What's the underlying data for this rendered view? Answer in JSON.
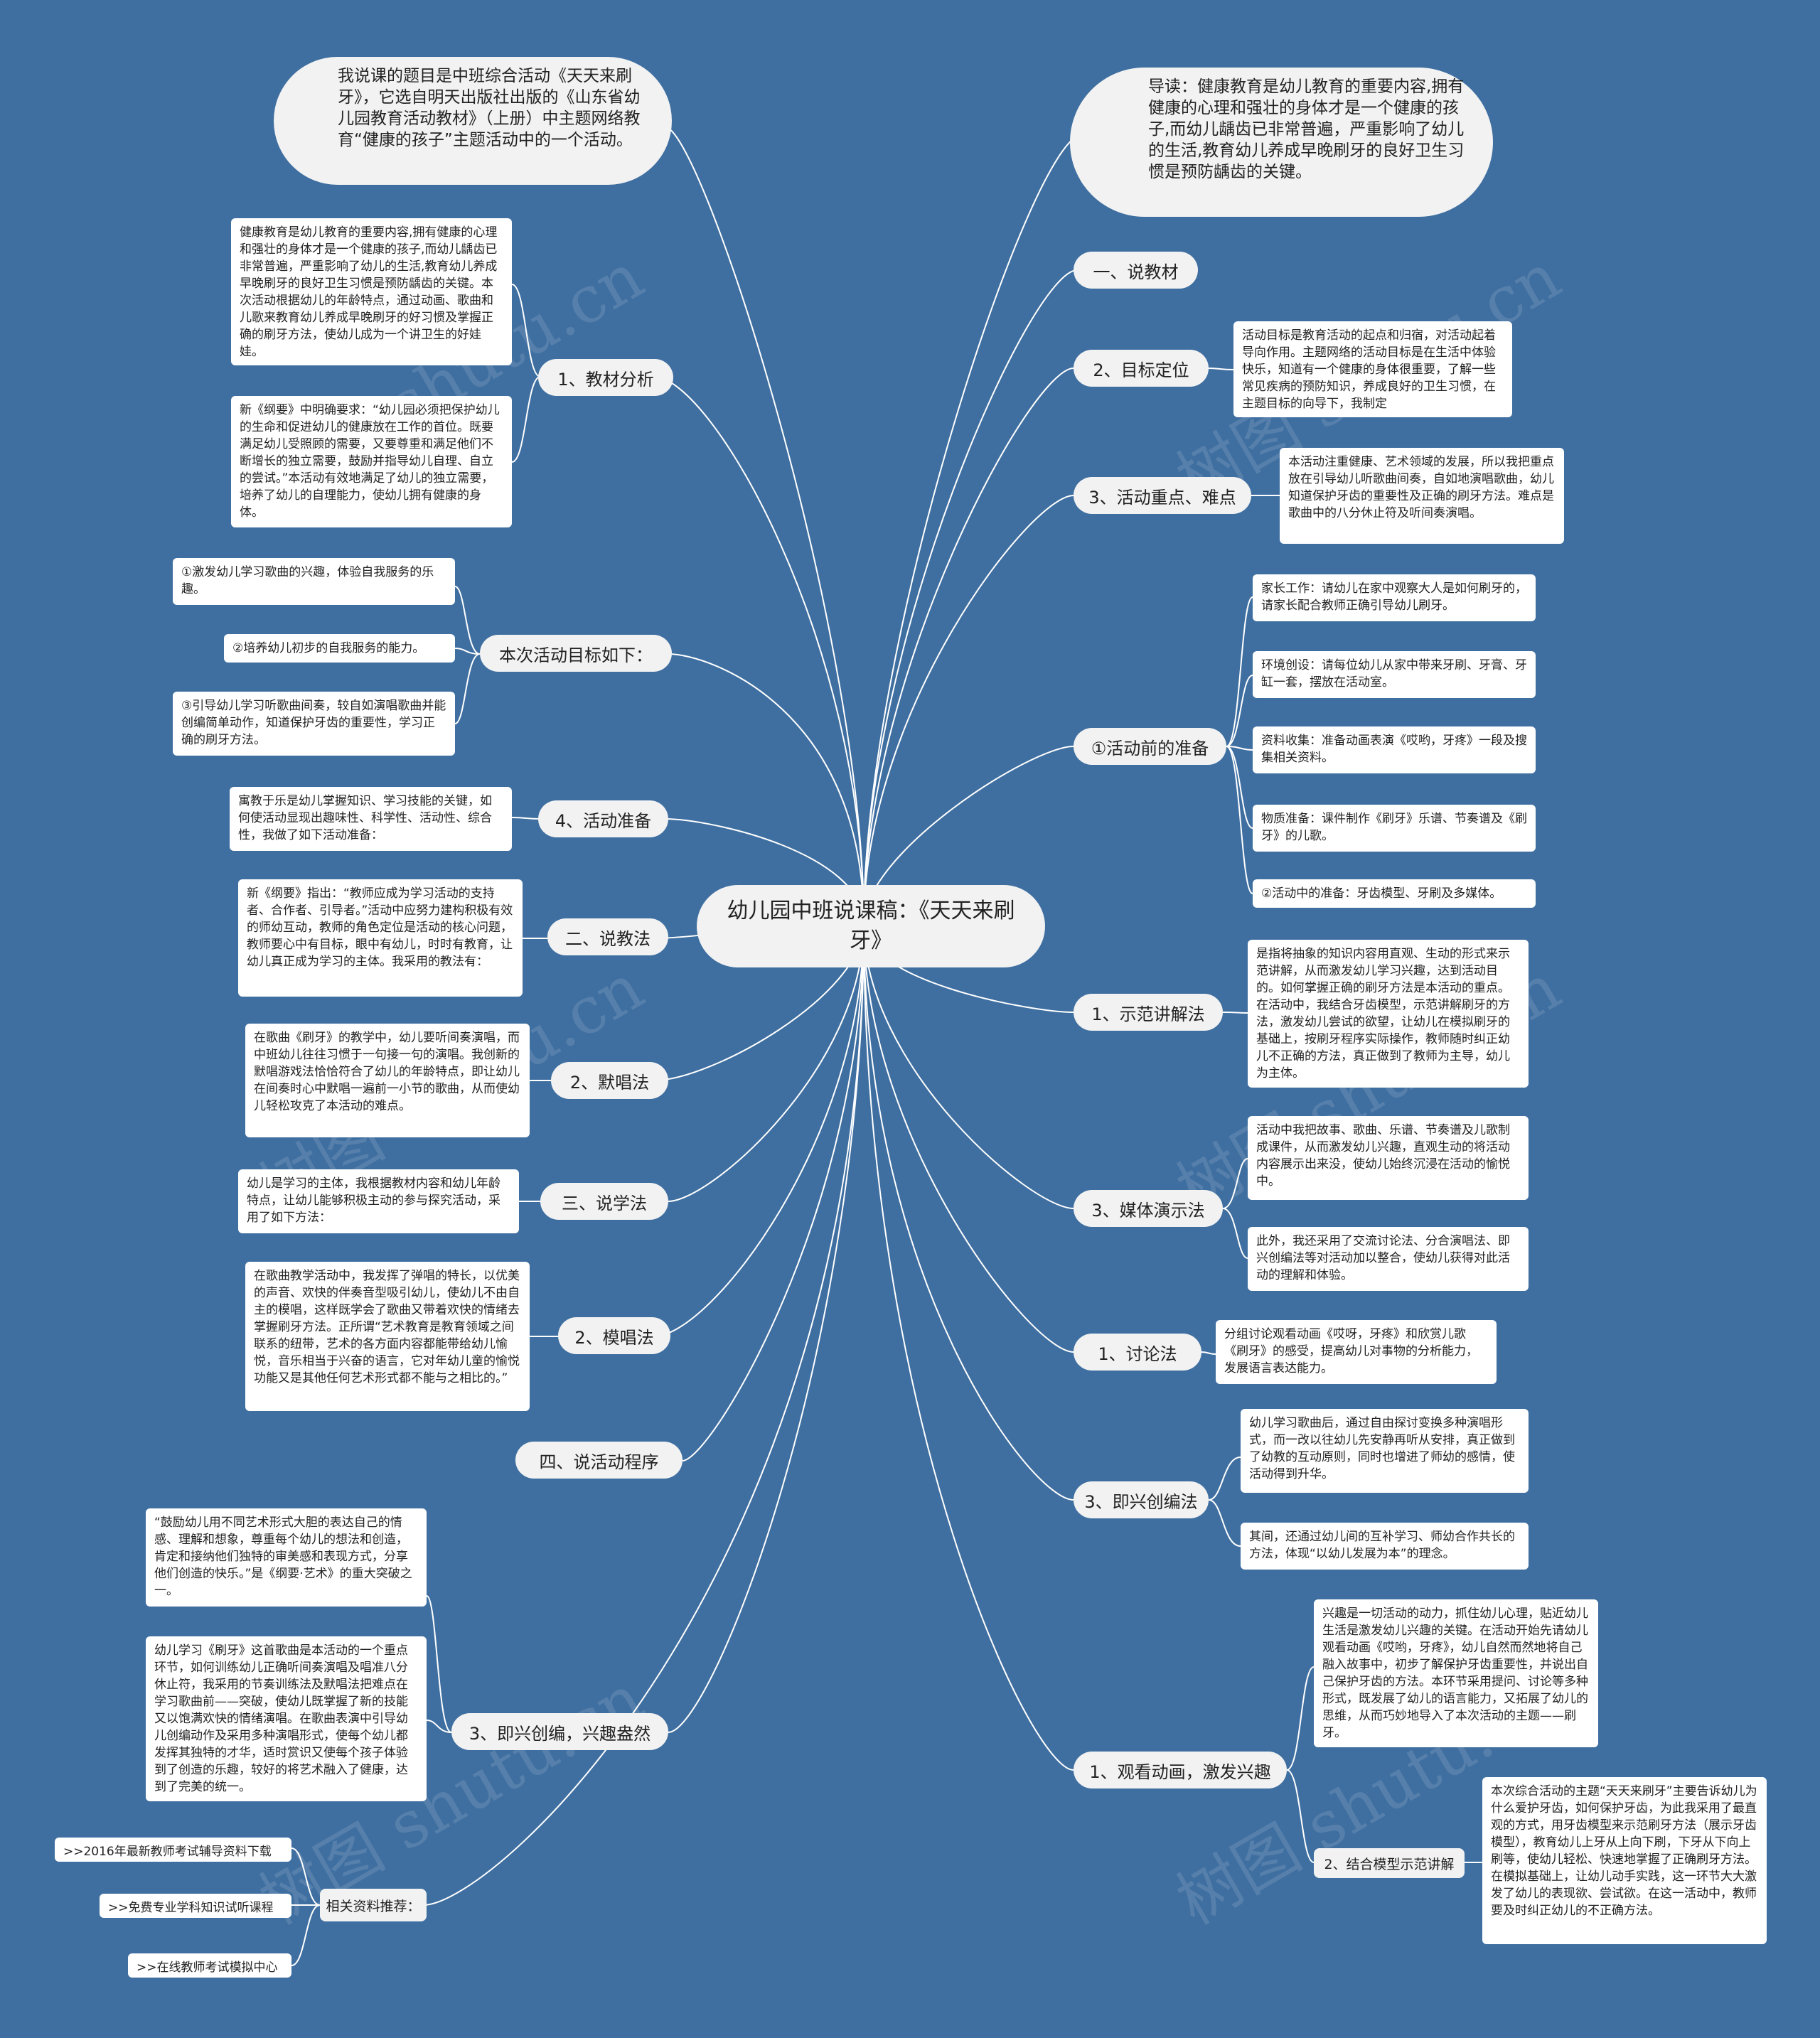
{
  "center": "幼儿园中班说课稿：《天天来刷牙》",
  "watermark": "树图 shutu.cn",
  "intro_left": "我说课的题目是中班综合活动《天天来刷牙》，它选自明天出版社出版的《山东省幼儿园教育活动教材》（上册）中主题网络教育“健康的孩子”主题活动中的一个活动。",
  "intro_right": "导读：健康教育是幼儿教育的重要内容,拥有健康的心理和强壮的身体才是一个健康的孩子,而幼儿龋齿已非常普遍，严重影响了幼儿的生活,教育幼儿养成早晚刷牙的良好卫生习惯是预防龋齿的关键。",
  "left": {
    "jiaocai_label": "1、教材分析",
    "jiaocai_box1": "健康教育是幼儿教育的重要内容,拥有健康的心理和强壮的身体才是一个健康的孩子,而幼儿龋齿已非常普遍，严重影响了幼儿的生活,教育幼儿养成早晚刷牙的良好卫生习惯是预防龋齿的关键。本次活动根据幼儿的年龄特点，通过动画、歌曲和儿歌来教育幼儿养成早晚刷牙的好习惯及掌握正确的刷牙方法，使幼儿成为一个讲卫生的好娃娃。",
    "jiaocai_box2": "新《纲要》中明确要求：“幼儿园必须把保护幼儿的生命和促进幼儿的健康放在工作的首位。既要满足幼儿受照顾的需要，又要尊重和满足他们不断增长的独立需要，鼓励并指导幼儿自理、自立的尝试。”本活动有效地满足了幼儿的独立需要，培养了幼儿的自理能力，使幼儿拥有健康的身体。",
    "mubiao_label": "本次活动目标如下：",
    "mubiao_1": "①激发幼儿学习歌曲的兴趣，体验自我服务的乐趣。",
    "mubiao_2": "②培养幼儿初步的自我服务的能力。",
    "mubiao_3": "③引导幼儿学习听歌曲间奏，较自如演唱歌曲并能创编简单动作，知道保护牙齿的重要性，学习正确的刷牙方法。",
    "zhunbei_label": "4、活动准备",
    "zhunbei_box": "寓教于乐是幼儿掌握知识、学习技能的关键，如何使活动显现出趣味性、科学性、活动性、综合性，我做了如下活动准备：",
    "shuojiaofa_label": "二、说教法",
    "shuojiaofa_box": "新《纲要》指出：“教师应成为学习活动的支持者、合作者、引导者。”活动中应努力建构积极有效的师幼互动，教师的角色定位是活动的核心问题，教师要心中有目标，眼中有幼儿，时时有教育，让幼儿真正成为学习的主体。我采用的教法有：",
    "mochang_label": "2、默唱法",
    "mochang_box": "在歌曲《刷牙》的教学中，幼儿要听间奏演唱，而中班幼儿往往习惯于一句接一句的演唱。我创新的默唱游戏法恰恰符合了幼儿的年龄特点，即让幼儿在间奏时心中默唱一遍前一小节的歌曲，从而使幼儿轻松攻克了本活动的难点。",
    "shuoxuefa_label": "三、说学法",
    "shuoxuefa_box": "幼儿是学习的主体，我根据教材内容和幼儿年龄特点，让幼儿能够积极主动的参与探究活动，采用了如下方法：",
    "mochang2_label": "2、模唱法",
    "mochang2_box": "在歌曲教学活动中，我发挥了弹唱的特长，以优美的声音、欢快的伴奏音型吸引幼儿，使幼儿不由自主的模唱，这样既学会了歌曲又带着欢快的情绪去掌握刷牙方法。正所谓“艺术教育是教育领域之间联系的纽带，艺术的各方面内容都能带给幼儿愉悦，音乐相当于兴奋的语言，它对年幼儿童的愉悦功能又是其他任何艺术形式都不能与之相比的。”",
    "chengxu_label": "四、说活动程序",
    "jixing_label": "3、即兴创编，兴趣盎然",
    "jixing_box1": "“鼓励幼儿用不同艺术形式大胆的表达自己的情感、理解和想象，尊重每个幼儿的想法和创造，肯定和接纳他们独特的审美感和表现方式，分享他们创造的快乐。”是《纲要·艺术》的重大突破之一。",
    "jixing_box2": "幼儿学习《刷牙》这首歌曲是本活动的一个重点环节，如何训练幼儿正确听间奏演唱及唱准八分休止符，我采用的节奏训练法及默唱法把难点在学习歌曲前——突破，使幼儿既掌握了新的技能又以饱满欢快的情绪演唱。在歌曲表演中引导幼儿创编动作及采用多种演唱形式，使每个幼儿都发挥其独特的才华，适时赏识又使每个孩子体验到了创造的乐趣，较好的将艺术融入了健康，达到了完美的统一。",
    "ziliao_label": "相关资料推荐：",
    "ziliao_1": ">>2016年最新教师考试辅导资料下载",
    "ziliao_2": ">>免费专业学科知识试听课程",
    "ziliao_3": ">>在线教师考试模拟中心"
  },
  "right": {
    "shuojiaocai_label": "一、说教材",
    "mubiao_label": "2、目标定位",
    "mubiao_box": "活动目标是教育活动的起点和归宿，对活动起着导向作用。主题网络的活动目标是在生活中体验快乐，知道有一个健康的身体很重要，了解一些常见疾病的预防知识，养成良好的卫生习惯，在主题目标的向导下，我制定",
    "zhongdian_label": "3、活动重点、难点",
    "zhongdian_box": "本活动注重健康、艺术领域的发展，所以我把重点放在引导幼儿听歌曲间奏，自如地演唱歌曲，幼儿知道保护牙齿的重要性及正确的刷牙方法。难点是歌曲中的八分休止符及听间奏演唱。",
    "qianzhunbei_label": "①活动前的准备",
    "qianzhunbei_1": "家长工作：请幼儿在家中观察大人是如何刷牙的，请家长配合教师正确引导幼儿刷牙。",
    "qianzhunbei_2": "环境创设：请每位幼儿从家中带来牙刷、牙膏、牙缸一套，摆放在活动室。",
    "qianzhunbei_3": "资料收集：准备动画表演《哎哟，牙疼》一段及搜集相关资料。",
    "qianzhunbei_4": "物质准备：课件制作《刷牙》乐谱、节奏谱及《刷牙》的儿歌。",
    "qianzhunbei_5": "②活动中的准备：牙齿模型、牙刷及多媒体。",
    "shifan_label": "1、示范讲解法",
    "shifan_box": "是指将抽象的知识内容用直观、生动的形式来示范讲解，从而激发幼儿学习兴趣，达到活动目的。如何掌握正确的刷牙方法是本活动的重点。在活动中，我结合牙齿模型，示范讲解刷牙的方法，激发幼儿尝试的欲望，让幼儿在模拟刷牙的基础上，按刷牙程序实际操作，教师随时纠正幼儿不正确的方法，真正做到了教师为主导，幼儿为主体。",
    "meiti_label": "3、媒体演示法",
    "meiti_box1": "活动中我把故事、歌曲、乐谱、节奏谱及儿歌制成课件，从而激发幼儿兴趣，直观生动的将活动内容展示出来没，使幼儿始终沉浸在活动的愉悦中。",
    "meiti_box2": "此外，我还采用了交流讨论法、分合演唱法、即兴创编法等对活动加以整合，使幼儿获得对此活动的理解和体验。",
    "taolun_label": "1、讨论法",
    "taolun_box": "分组讨论观看动画《哎呀，牙疼》和欣赏儿歌《刷牙》的感受，提高幼儿对事物的分析能力，发展语言表达能力。",
    "jixing_label": "3、即兴创编法",
    "jixing_box1": "幼儿学习歌曲后，通过自由探讨变换多种演唱形式，而一改以往幼儿先安静再听从安排，真正做到了幼教的互动原则，同时也增进了师幼的感情，使活动得到升华。",
    "jixing_box2": "其间，还通过幼儿间的互补学习、师幼合作共长的方法，体现“以幼儿发展为本”的理念。",
    "guankan_label": "1、观看动画，激发兴趣",
    "guankan_box": "兴趣是一切活动的动力，抓住幼儿心理，贴近幼儿生活是激发幼儿兴趣的关键。在活动开始先请幼儿观看动画《哎哟，牙疼》，幼儿自然而然地将自己融入故事中，初步了解保护牙齿重要性，并说出自己保护牙齿的方法。本环节采用提问、讨论等多种形式，既发展了幼儿的语言能力，又拓展了幼儿的思维，从而巧妙地导入了本次活动的主题——刷牙。",
    "moxing_label": "2、结合模型示范讲解",
    "moxing_box": "本次综合活动的主题“天天来刷牙”主要告诉幼儿为什么爱护牙齿，如何保护牙齿，为此我采用了最直观的方式，用牙齿模型来示范刷牙方法（展示牙齿模型），教育幼儿上牙从上向下刷，下牙从下向上刷等，使幼儿轻松、快速地掌握了正确刷牙方法。在模拟基础上，让幼儿动手实践，这一环节大大激发了幼儿的表现欲、尝试欲。在这一活动中，教师要及时纠正幼儿的不正确方法。"
  }
}
